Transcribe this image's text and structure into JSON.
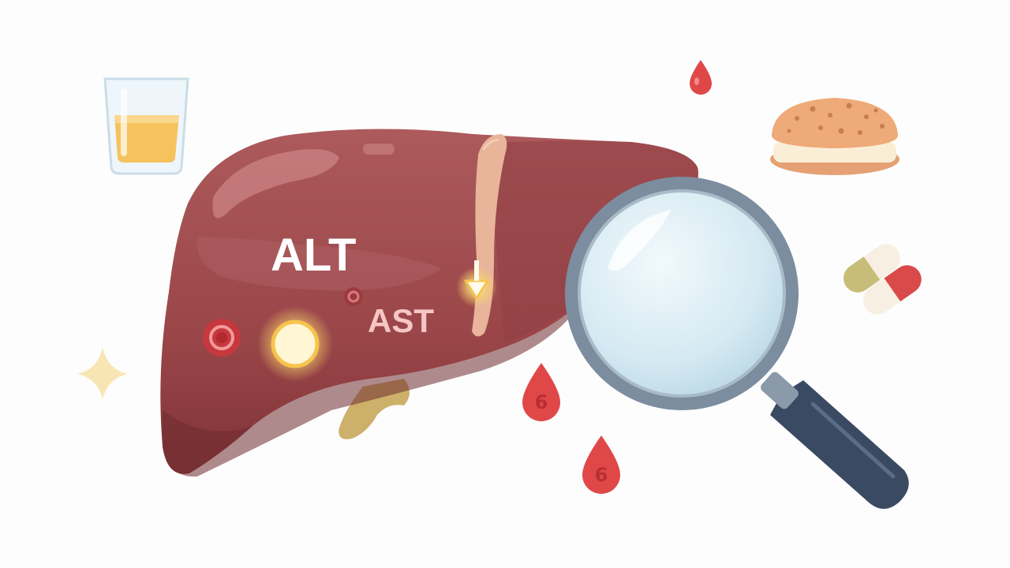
{
  "illustration": {
    "labels": {
      "alt": "ALT",
      "ast": "AST"
    },
    "drops": [
      {
        "number": "6"
      },
      {
        "number": "6"
      }
    ],
    "icons": [
      "liver-icon",
      "magnifying-glass-icon",
      "juice-glass-icon",
      "cookie-sandwich-icon",
      "capsule-pill-icon",
      "blood-drop-icon",
      "sparkle-icon",
      "down-arrow-icon"
    ],
    "colors": {
      "liver": "#9c4a4c",
      "liver_dark": "#7a3236",
      "vein": "#e8b49a",
      "lens_glass": "#d9ecf4",
      "lens_rim": "#7b8d9e",
      "handle": "#3b4a63",
      "drop": "#e04848",
      "juice": "#f6c25e",
      "glow": "#f8d56b"
    }
  }
}
